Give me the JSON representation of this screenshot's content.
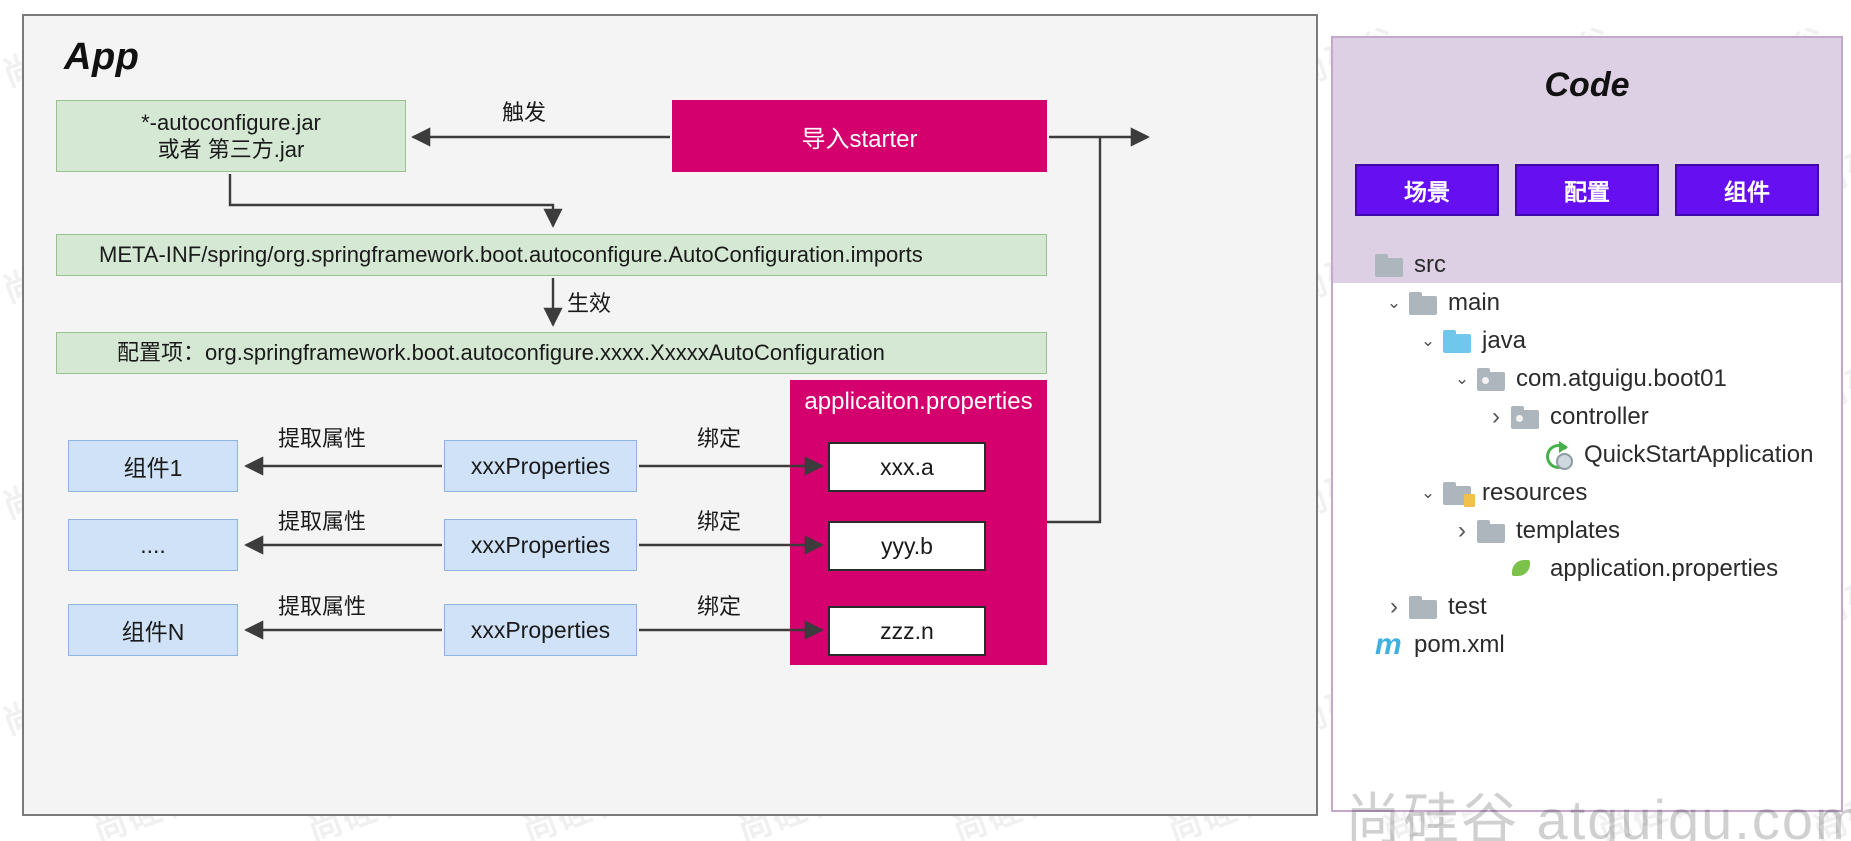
{
  "app": {
    "title": "App",
    "autoconfigure_box": {
      "line1": "*-autoconfigure.jar",
      "line2": "或者  第三方.jar"
    },
    "starter_box": "导入starter",
    "trigger_label": "触发",
    "imports_box": "META-INF/spring/org.springframework.boot.autoconfigure.AutoConfiguration.imports",
    "effect_label": "生效",
    "config_box": "配置项：org.springframework.boot.autoconfigure.xxxx.XxxxxAutoConfiguration",
    "rows": [
      {
        "component": "组件1",
        "extract_label": "提取属性",
        "properties": "xxxProperties",
        "bind_label": "绑定",
        "key": "xxx.a"
      },
      {
        "component": "....",
        "extract_label": "提取属性",
        "properties": "xxxProperties",
        "bind_label": "绑定",
        "key": "yyy.b"
      },
      {
        "component": "组件N",
        "extract_label": "提取属性",
        "properties": "xxxProperties",
        "bind_label": "绑定",
        "key": "zzz.n"
      }
    ],
    "properties_title": "applicaiton.properties"
  },
  "code": {
    "title": "Code",
    "chips": [
      "场景",
      "配置",
      "组件"
    ],
    "tree": [
      {
        "label": "src",
        "indent": 0,
        "twisty": "",
        "icon": "folder-grey"
      },
      {
        "label": "main",
        "indent": 1,
        "twisty": "v",
        "icon": "folder-grey"
      },
      {
        "label": "java",
        "indent": 2,
        "twisty": "v",
        "icon": "folder-blue"
      },
      {
        "label": "com.atguigu.boot01",
        "indent": 3,
        "twisty": "v",
        "icon": "package"
      },
      {
        "label": "controller",
        "indent": 4,
        "twisty": ">",
        "icon": "package"
      },
      {
        "label": "QuickStartApplication",
        "indent": 5,
        "twisty": "",
        "icon": "spring-class"
      },
      {
        "label": "resources",
        "indent": 2,
        "twisty": "v",
        "icon": "folder-resources"
      },
      {
        "label": "templates",
        "indent": 3,
        "twisty": ">",
        "icon": "folder-grey"
      },
      {
        "label": "application.properties",
        "indent": 4,
        "twisty": "",
        "icon": "leaf"
      },
      {
        "label": "test",
        "indent": 1,
        "twisty": ">",
        "icon": "folder-grey"
      },
      {
        "label": "pom.xml",
        "indent": 0,
        "twisty": "",
        "icon": "maven"
      }
    ]
  },
  "watermark": {
    "tile": "尚硅谷",
    "footer": "尚硅谷 atguigu.com"
  },
  "colors": {
    "app_bg": "#f4f4f4",
    "code_header": "#ddcfe4",
    "green": "#d5e8d4",
    "magenta": "#d4006e",
    "purple": "#6610f2",
    "blue": "#cfe2f7"
  }
}
